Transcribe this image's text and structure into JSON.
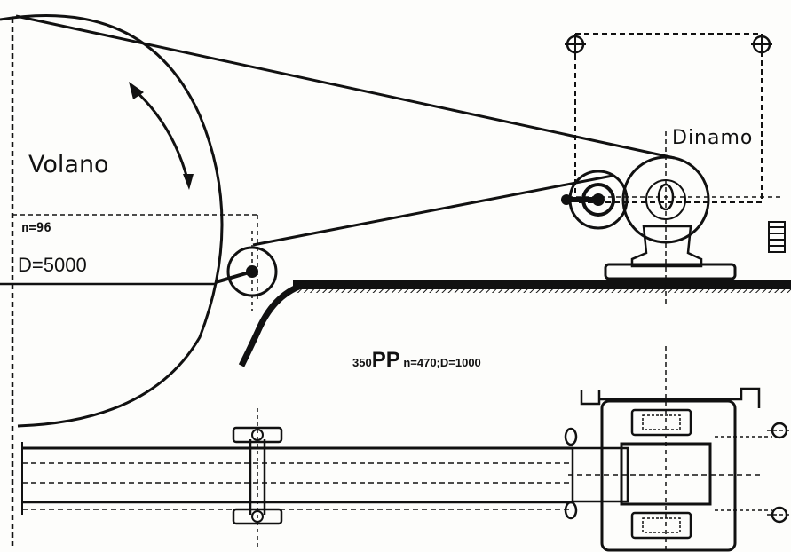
{
  "labels": {
    "flywheel": "Volano",
    "dynamo": "Dinamo",
    "flywheel_speed": "n=96",
    "flywheel_diameter": "D=5000",
    "power_prefix": "350",
    "power_unit": "PP",
    "dynamo_spec": " n=470;D=1000"
  },
  "colors": {
    "ink": "#111111",
    "paper": "#fdfdfb"
  }
}
